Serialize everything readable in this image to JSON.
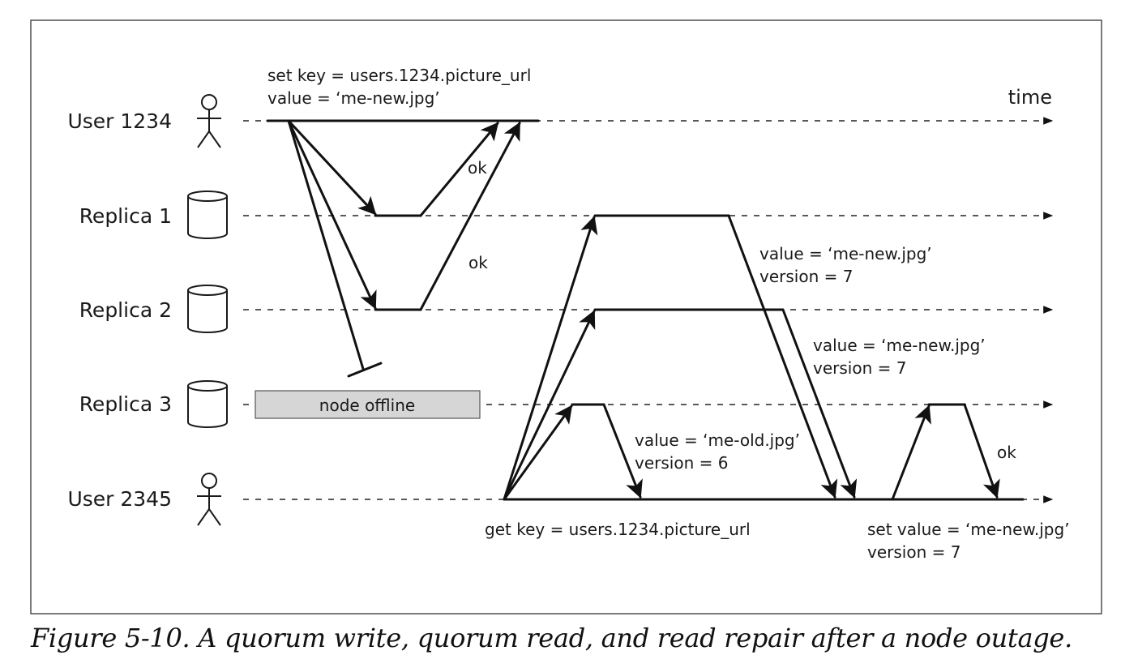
{
  "lanes": {
    "user1234": "User 1234",
    "replica1": "Replica 1",
    "replica2": "Replica 2",
    "replica3": "Replica 3",
    "user2345": "User 2345"
  },
  "time_label": "time",
  "annotations": {
    "write_key": "set key = users.1234.picture_url",
    "write_value": "value = ‘me-new.jpg’",
    "ok_r1": "ok",
    "ok_r2": "ok",
    "node_offline": "node offline",
    "r1_value": "value = ‘me-new.jpg’",
    "r1_version": "version = 7",
    "r2_value": "value = ‘me-new.jpg’",
    "r2_version": "version = 7",
    "r3_value": "value = ‘me-old.jpg’",
    "r3_version": "version = 6",
    "get_key": "get key = users.1234.picture_url",
    "repair_value": "set value = ‘me-new.jpg’",
    "repair_version": "version = 7",
    "ok_repair": "ok"
  },
  "caption": "Figure 5-10. A quorum write, quorum read, and read repair after a node outage."
}
